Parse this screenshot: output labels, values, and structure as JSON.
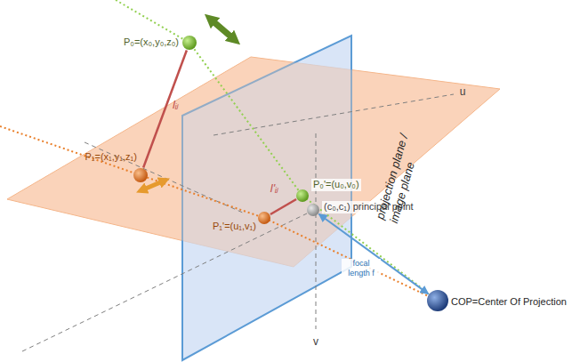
{
  "diagram": {
    "nodes": [
      {
        "text": [
          "P₀=(x₀,y₀,z₀)"
        ]
      },
      {
        "text": [
          "P₁=(x₁,y₁,z₁)"
        ]
      },
      {
        "text": [
          "P₀'=(u₀,v₀)"
        ]
      },
      {
        "text": [
          "P₁'=(u₁,v₁)"
        ]
      },
      {
        "text": [
          "(c₀,c₁) principal point"
        ]
      },
      {
        "text": [
          "COP=Center Of Projection"
        ]
      }
    ],
    "edges": [
      {
        "from": 0,
        "to": 1,
        "arrow": "none",
        "label": "lᵢⱼ"
      },
      {
        "from": 3,
        "to": 2,
        "arrow": "none",
        "label": "l'ᵢⱼ"
      },
      {
        "from": 4,
        "to": 5,
        "arrow": "both",
        "label": "focal length f"
      }
    ],
    "labels": [
      "u",
      "v",
      "projection plane / image plane"
    ]
  }
}
